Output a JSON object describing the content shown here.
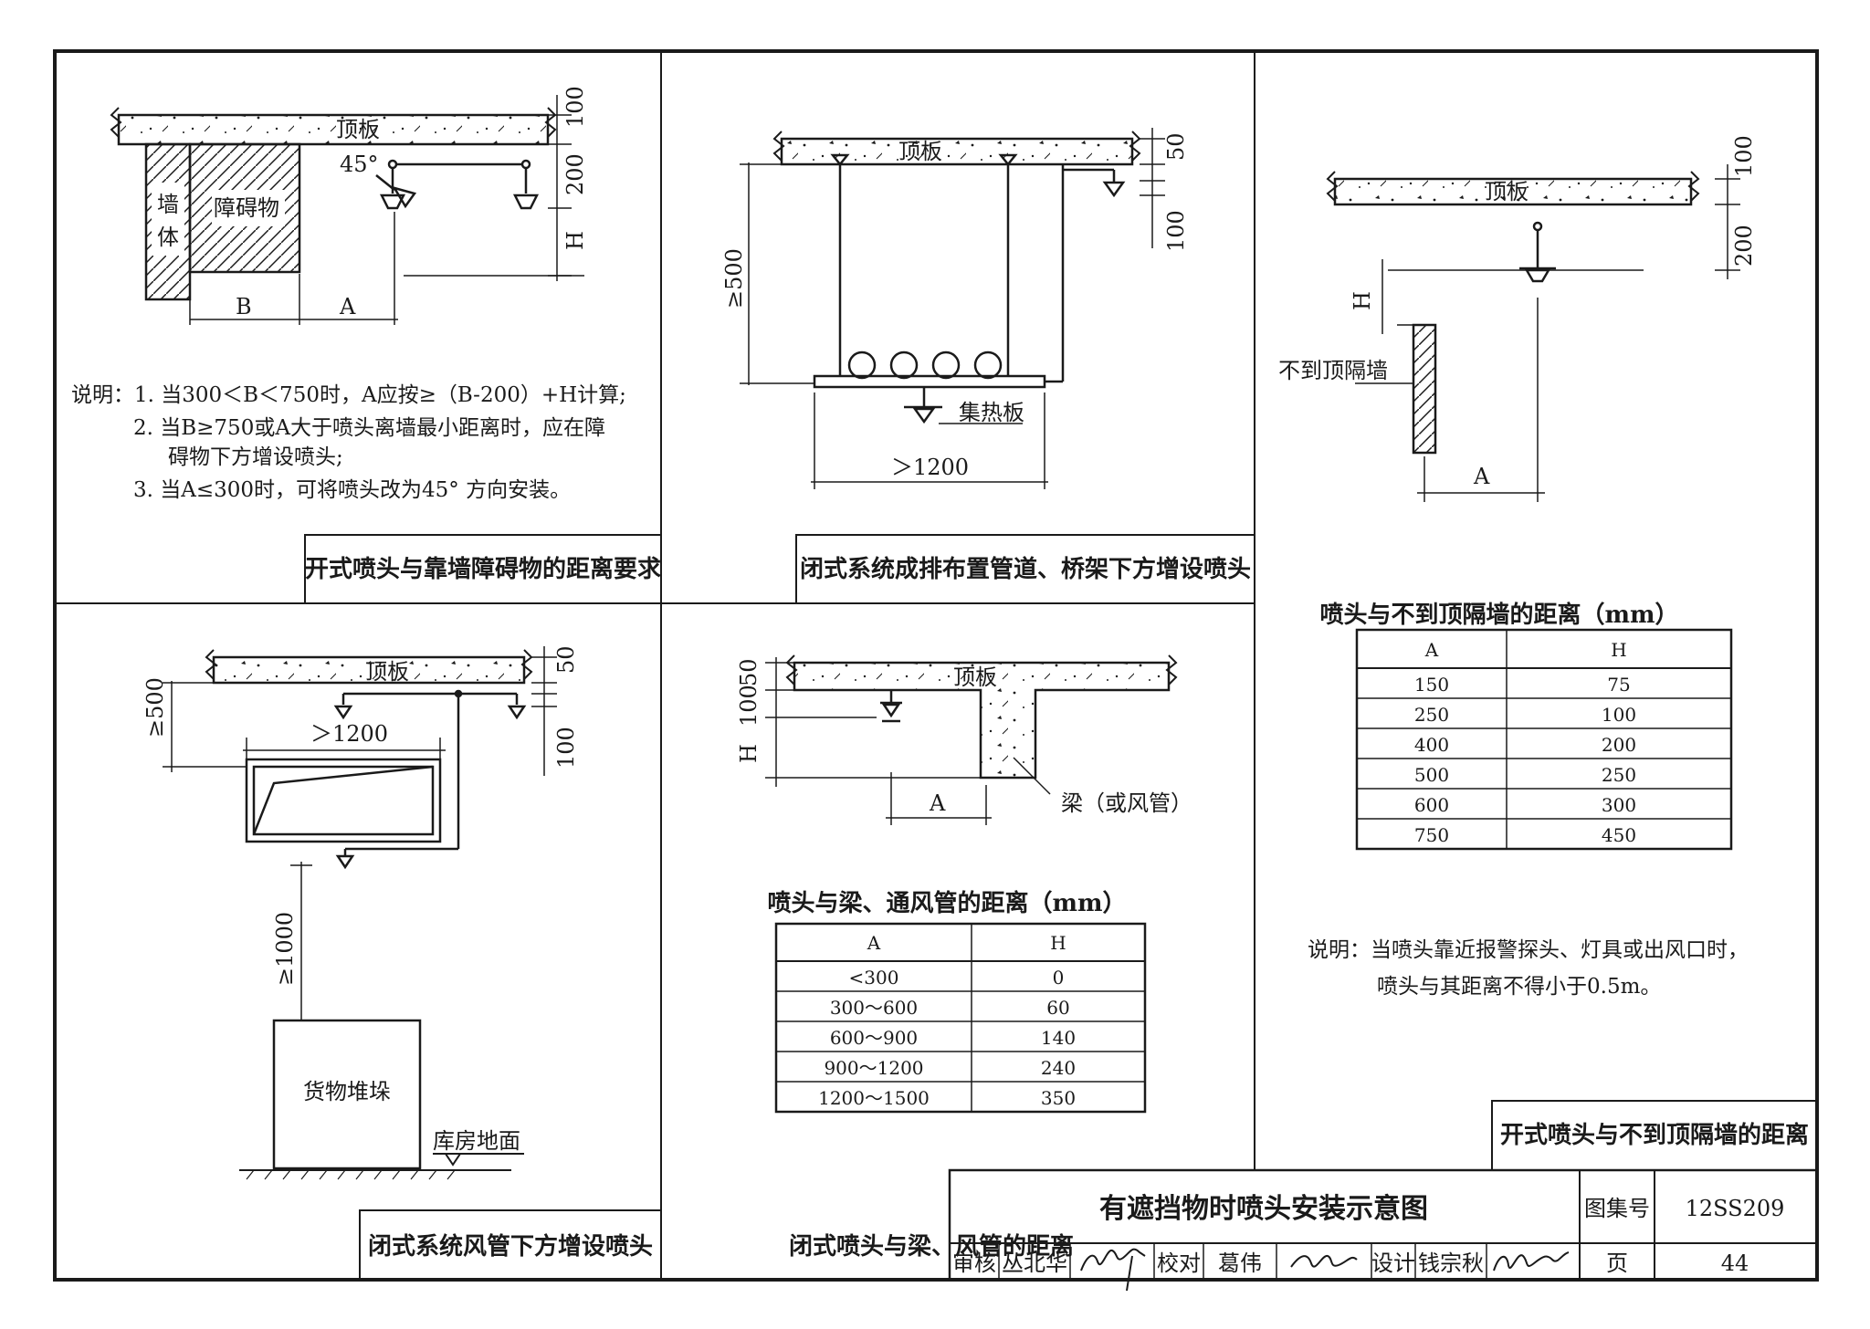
{
  "panels": {
    "p1": {
      "caption": "开式喷头与靠墙障碍物的距离要求",
      "labels": {
        "slab": "顶板",
        "wall_1": "墙",
        "wall_2": "体",
        "obstacle": "障碍物",
        "angle": "45°",
        "dim_b": "B",
        "dim_a": "A",
        "dim_100": "100",
        "dim_200": "200",
        "dim_h": "H"
      },
      "notes": [
        "说明：1. 当300＜B＜750时，A应按≥（B-200）+H计算;",
        "2. 当B≥750或A大于喷头离墙最小距离时，应在障",
        "碍物下方增设喷头;",
        "3. 当A≤300时，可将喷头改为45° 方向安装。"
      ]
    },
    "p2": {
      "caption": "闭式系统成排布置管道、桥架下方增设喷头",
      "labels": {
        "slab": "顶板",
        "dim_500": "≥500",
        "dim_50": "50",
        "dim_100": "100",
        "dim_1200": "＞1200",
        "heat_plate": "集热板"
      }
    },
    "p3": {
      "caption": "开式喷头与不到顶隔墙的距离",
      "labels": {
        "slab": "顶板",
        "dim_100": "100",
        "dim_200": "200",
        "dim_h": "H",
        "wall": "不到顶隔墙",
        "dim_a": "A"
      },
      "table": {
        "title": "喷头与不到顶隔墙的距离（mm）",
        "headers": [
          "A",
          "H"
        ],
        "rows": [
          [
            "150",
            "75"
          ],
          [
            "250",
            "100"
          ],
          [
            "400",
            "200"
          ],
          [
            "500",
            "250"
          ],
          [
            "600",
            "300"
          ],
          [
            "750",
            "450"
          ]
        ]
      },
      "notes": [
        "说明：当喷头靠近报警探头、灯具或出风口时，",
        "喷头与其距离不得小于0.5m。"
      ]
    },
    "p4": {
      "caption": "闭式系统风管下方增设喷头",
      "labels": {
        "slab": "顶板",
        "dim_500": "≥500",
        "dim_1200": "＞1200",
        "dim_50": "50",
        "dim_100": "100",
        "dim_1000": "≥1000",
        "stack": "货物堆垛",
        "floor": "库房地面"
      }
    },
    "p5": {
      "caption": "闭式喷头与梁、风管的距离",
      "labels": {
        "slab": "顶板",
        "dim_50": "50",
        "dim_100": "100",
        "dim_h": "H",
        "dim_a": "A",
        "beam": "梁（或风管）"
      },
      "table": {
        "title": "喷头与梁、通风管的距离（mm）",
        "headers": [
          "A",
          "H"
        ],
        "rows": [
          [
            "<300",
            "0"
          ],
          [
            "300～600",
            "60"
          ],
          [
            "600～900",
            "140"
          ],
          [
            "900～1200",
            "240"
          ],
          [
            "1200～1500",
            "350"
          ]
        ]
      }
    }
  },
  "title_block": {
    "title": "有遮挡物时喷头安装示意图",
    "atlas_label": "图集号",
    "atlas_no": "12SS209",
    "review_label": "审核",
    "reviewer": "丛北华",
    "check_label": "校对",
    "checker": "葛伟",
    "design_label": "设计",
    "designer": "钱宗秋",
    "page_label": "页",
    "page_no": "44"
  },
  "colors": {
    "line": "#1a1a1a",
    "background": "#ffffff"
  }
}
